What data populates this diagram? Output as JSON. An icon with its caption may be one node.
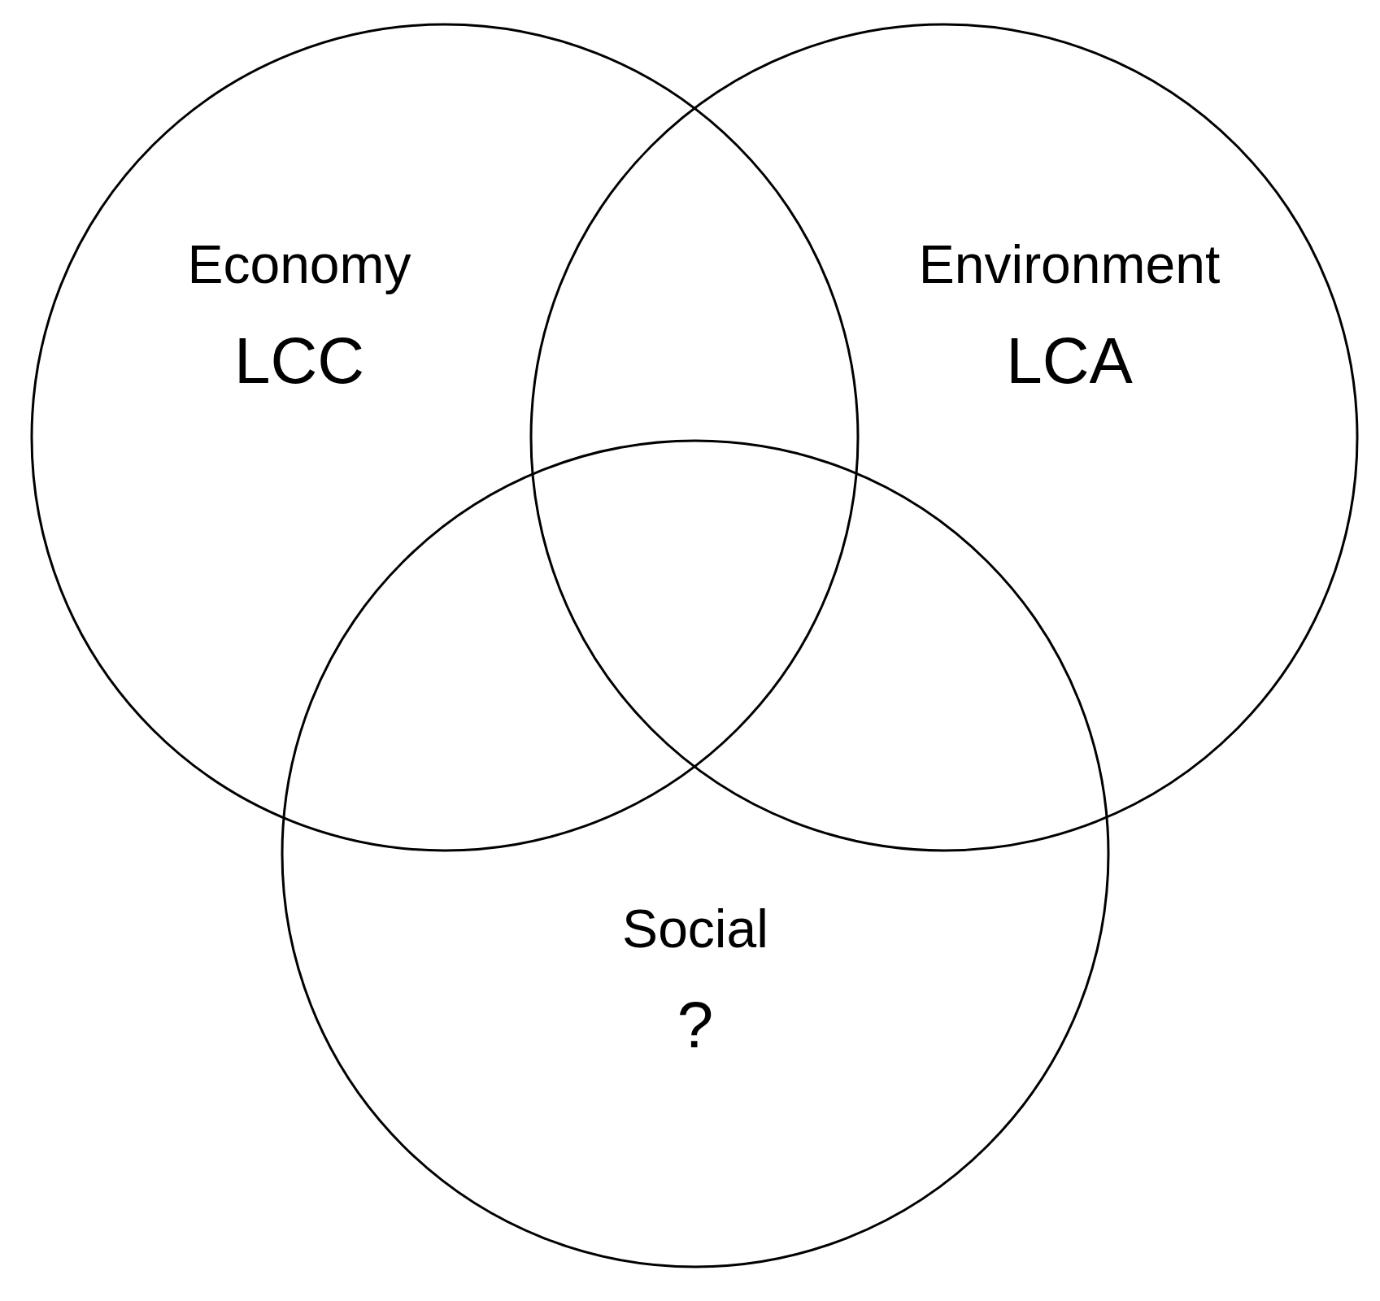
{
  "diagram": {
    "nodes": [
      {
        "text": [
          "Economy",
          "LCC"
        ]
      },
      {
        "text": [
          "Environment",
          "LCA"
        ]
      },
      {
        "text": [
          "Social",
          "?"
        ]
      }
    ]
  }
}
